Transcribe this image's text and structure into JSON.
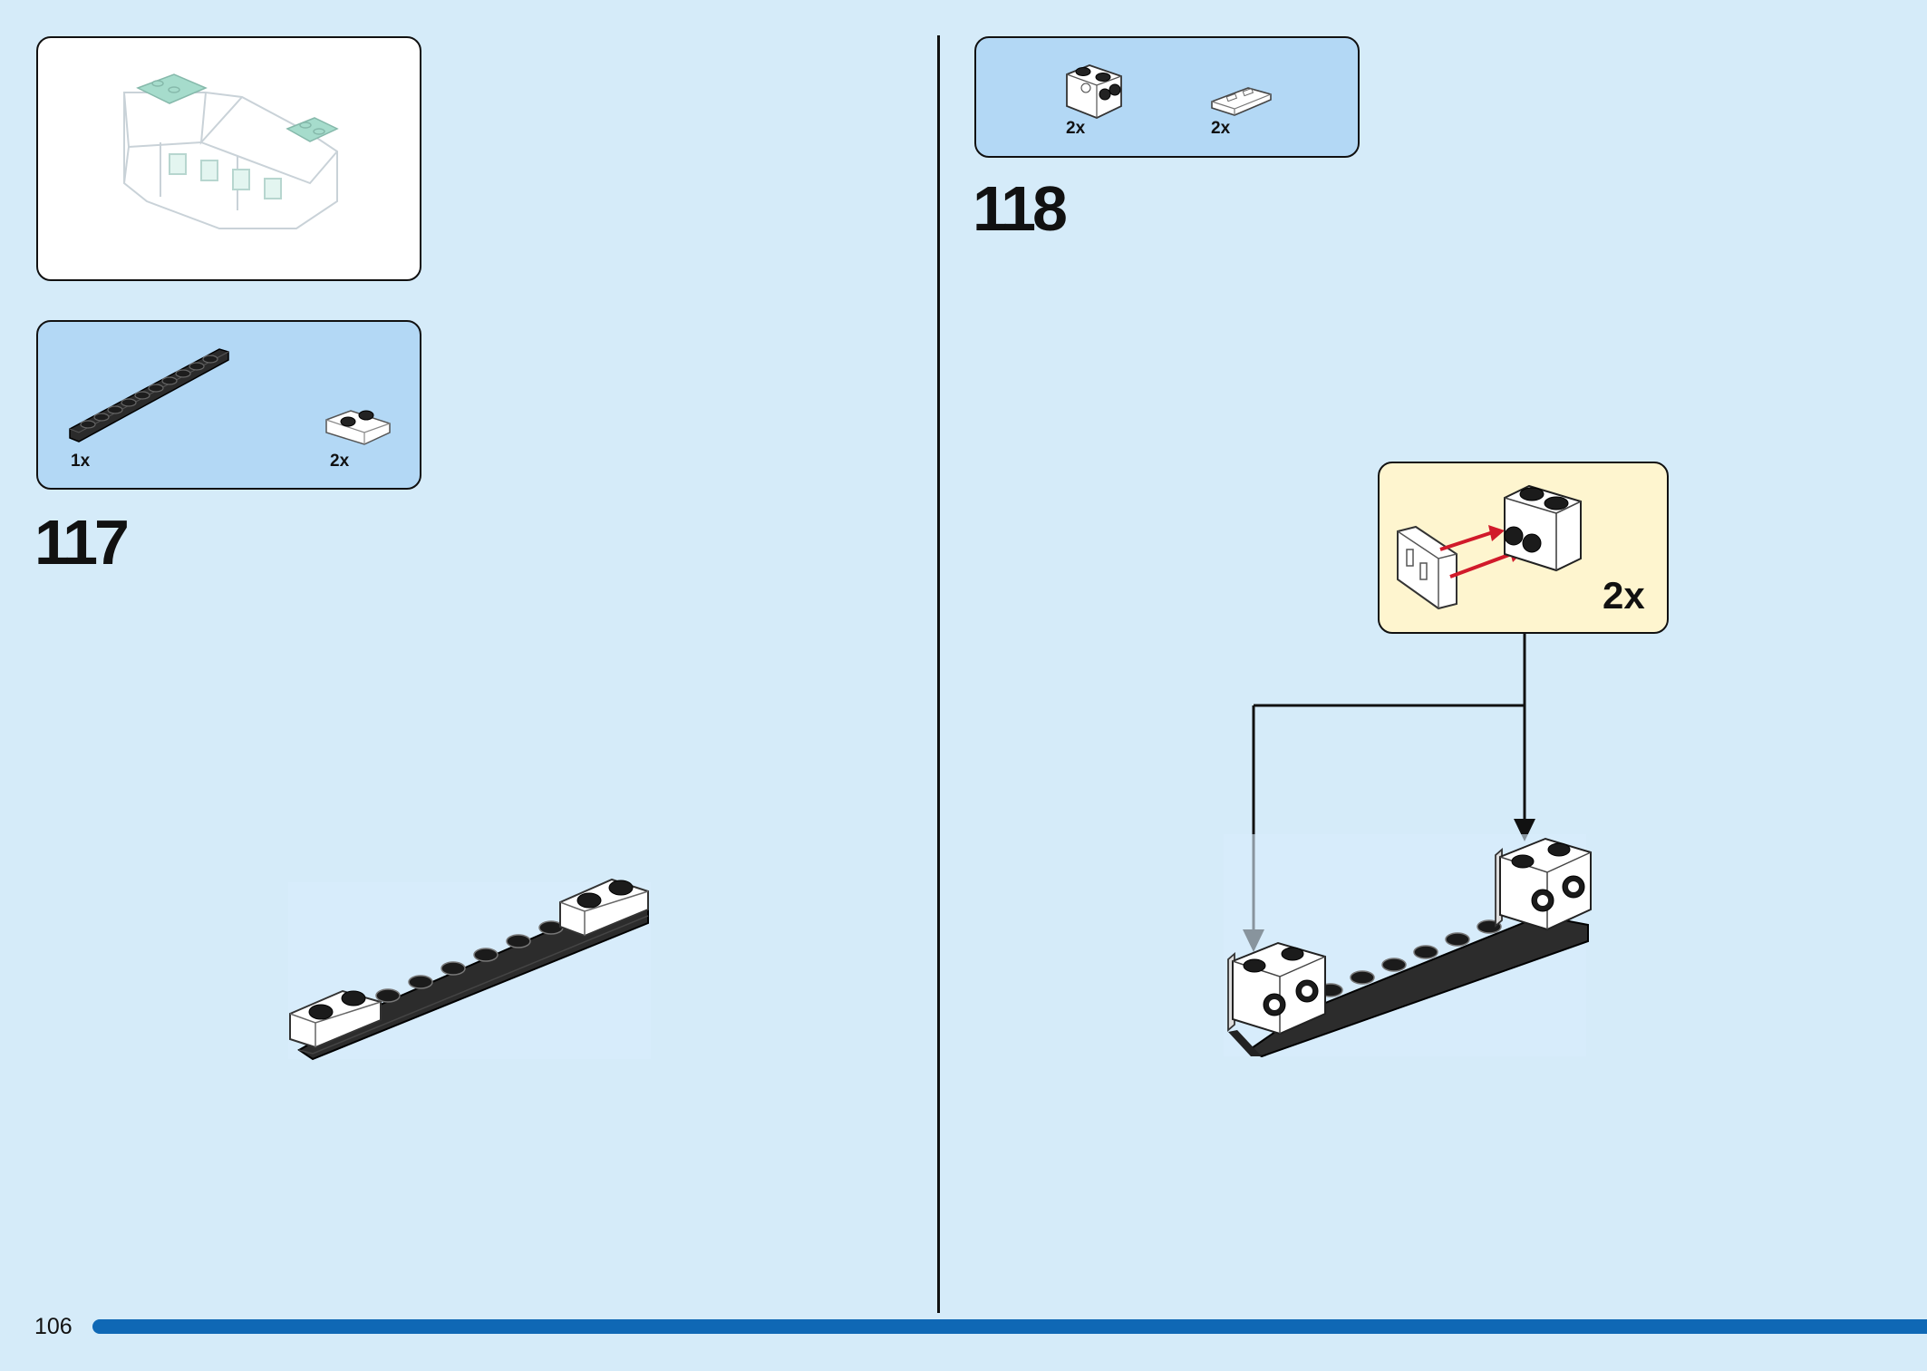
{
  "page": {
    "number": "106"
  },
  "left": {
    "parts": [
      {
        "qty": "1x"
      },
      {
        "qty": "2x"
      }
    ],
    "step": "117"
  },
  "right": {
    "parts": [
      {
        "qty": "2x"
      },
      {
        "qty": "2x"
      }
    ],
    "step": "118",
    "callout": {
      "qty": "2x"
    }
  },
  "colors": {
    "background": "#d5ebf9",
    "parts_panel": "#b3d8f5",
    "callout": "#fef5cf",
    "progress": "#0f68b5",
    "arrow": "#d11a2a"
  }
}
